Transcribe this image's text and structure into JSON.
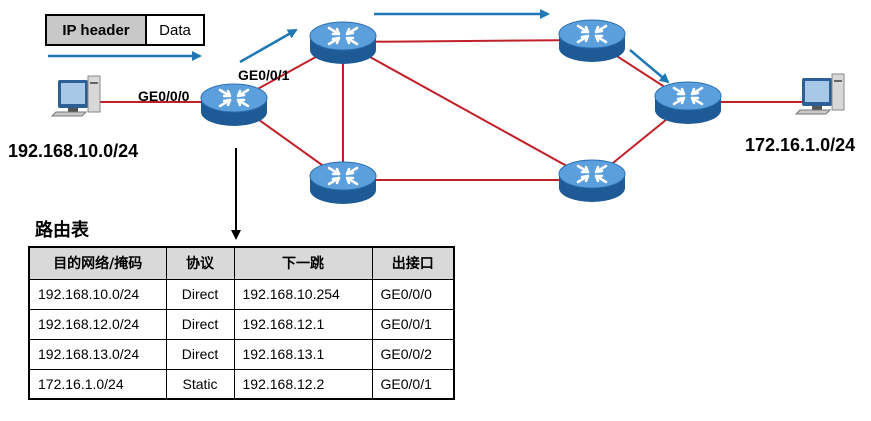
{
  "packet": {
    "header_label": "IP header",
    "data_label": "Data"
  },
  "hosts": {
    "left_subnet": "192.168.10.0/24",
    "right_subnet": "172.16.1.0/24"
  },
  "ports": {
    "ge000": "GE0/0/0",
    "ge001": "GE0/0/1"
  },
  "routing_table": {
    "title": "路由表",
    "columns": [
      "目的网络/掩码",
      "协议",
      "下一跳",
      "出接口"
    ],
    "rows": [
      [
        "192.168.10.0/24",
        "Direct",
        "192.168.10.254",
        "GE0/0/0"
      ],
      [
        "192.168.12.0/24",
        "Direct",
        "192.168.12.1",
        "GE0/0/1"
      ],
      [
        "192.168.13.0/24",
        "Direct",
        "192.168.13.1",
        "GE0/0/2"
      ],
      [
        "172.16.1.0/24",
        "Static",
        "192.168.12.2",
        "GE0/0/1"
      ]
    ]
  },
  "colors": {
    "link": "#c0202a",
    "arrow": "#1f77b4",
    "router_body": "#2a6fb0",
    "router_top": "#5fa3de"
  }
}
